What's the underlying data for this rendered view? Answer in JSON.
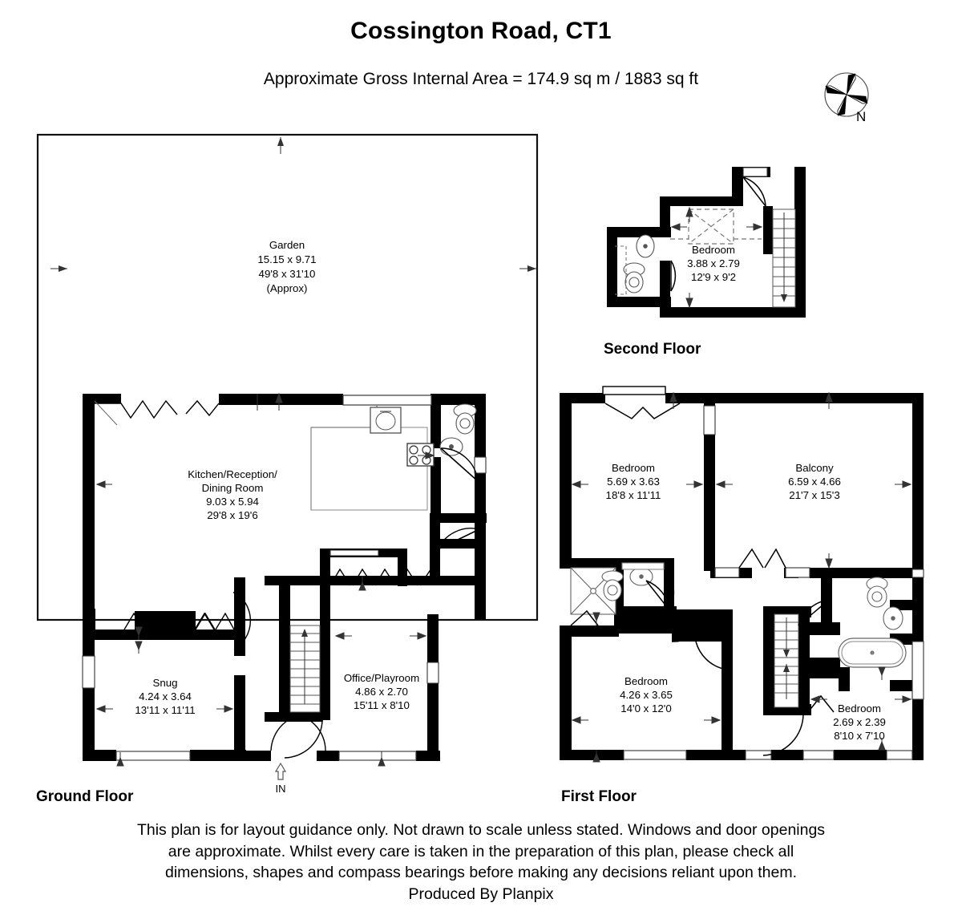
{
  "header": {
    "title": "Cossington Road, CT1",
    "subtitle": "Approximate Gross Internal Area = 174.9 sq m / 1883 sq ft"
  },
  "compass": {
    "icon": "compass-rose-icon",
    "north_label": "N"
  },
  "floors": [
    {
      "id": "ground",
      "caption": "Ground Floor",
      "rooms": [
        {
          "name": "Garden",
          "metric": "15.15 x 9.71",
          "imperial": "49'8 x 31'10",
          "note": "(Approx)"
        },
        {
          "name": "Kitchen/Reception/",
          "name2": "Dining Room",
          "metric": "9.03 x 5.94",
          "imperial": "29'8 x 19'6"
        },
        {
          "name": "Snug",
          "metric": "4.24 x 3.64",
          "imperial": "13'11 x 11'11"
        },
        {
          "name": "Office/Playroom",
          "metric": "4.86 x 2.70",
          "imperial": "15'11 x 8'10"
        }
      ],
      "entrance_label": "IN"
    },
    {
      "id": "first",
      "caption": "First Floor",
      "rooms": [
        {
          "name": "Bedroom",
          "metric": "5.69 x 3.63",
          "imperial": "18'8 x 11'11"
        },
        {
          "name": "Balcony",
          "metric": "6.59 x 4.66",
          "imperial": "21'7 x 15'3"
        },
        {
          "name": "Bedroom",
          "metric": "4.26 x 3.65",
          "imperial": "14'0 x 12'0"
        },
        {
          "name": "Bedroom",
          "metric": "2.69 x 2.39",
          "imperial": "8'10 x 7'10"
        }
      ]
    },
    {
      "id": "second",
      "caption": "Second Floor",
      "rooms": [
        {
          "name": "Bedroom",
          "metric": "3.88 x 2.79",
          "imperial": "12'9 x 9'2"
        }
      ]
    }
  ],
  "footer": {
    "line1": "This plan is for layout guidance only. Not drawn to scale unless stated. Windows and door openings",
    "line2": "are approximate. Whilst every care is taken in the preparation of this plan, please check all",
    "line3": "dimensions, shapes and compass bearings before making any decisions reliant upon them.",
    "line4": "Produced By Planpix"
  },
  "colors": {
    "wall": "#000000",
    "background": "#ffffff",
    "fixture_stroke": "#555555",
    "thin_line": "#333333"
  }
}
